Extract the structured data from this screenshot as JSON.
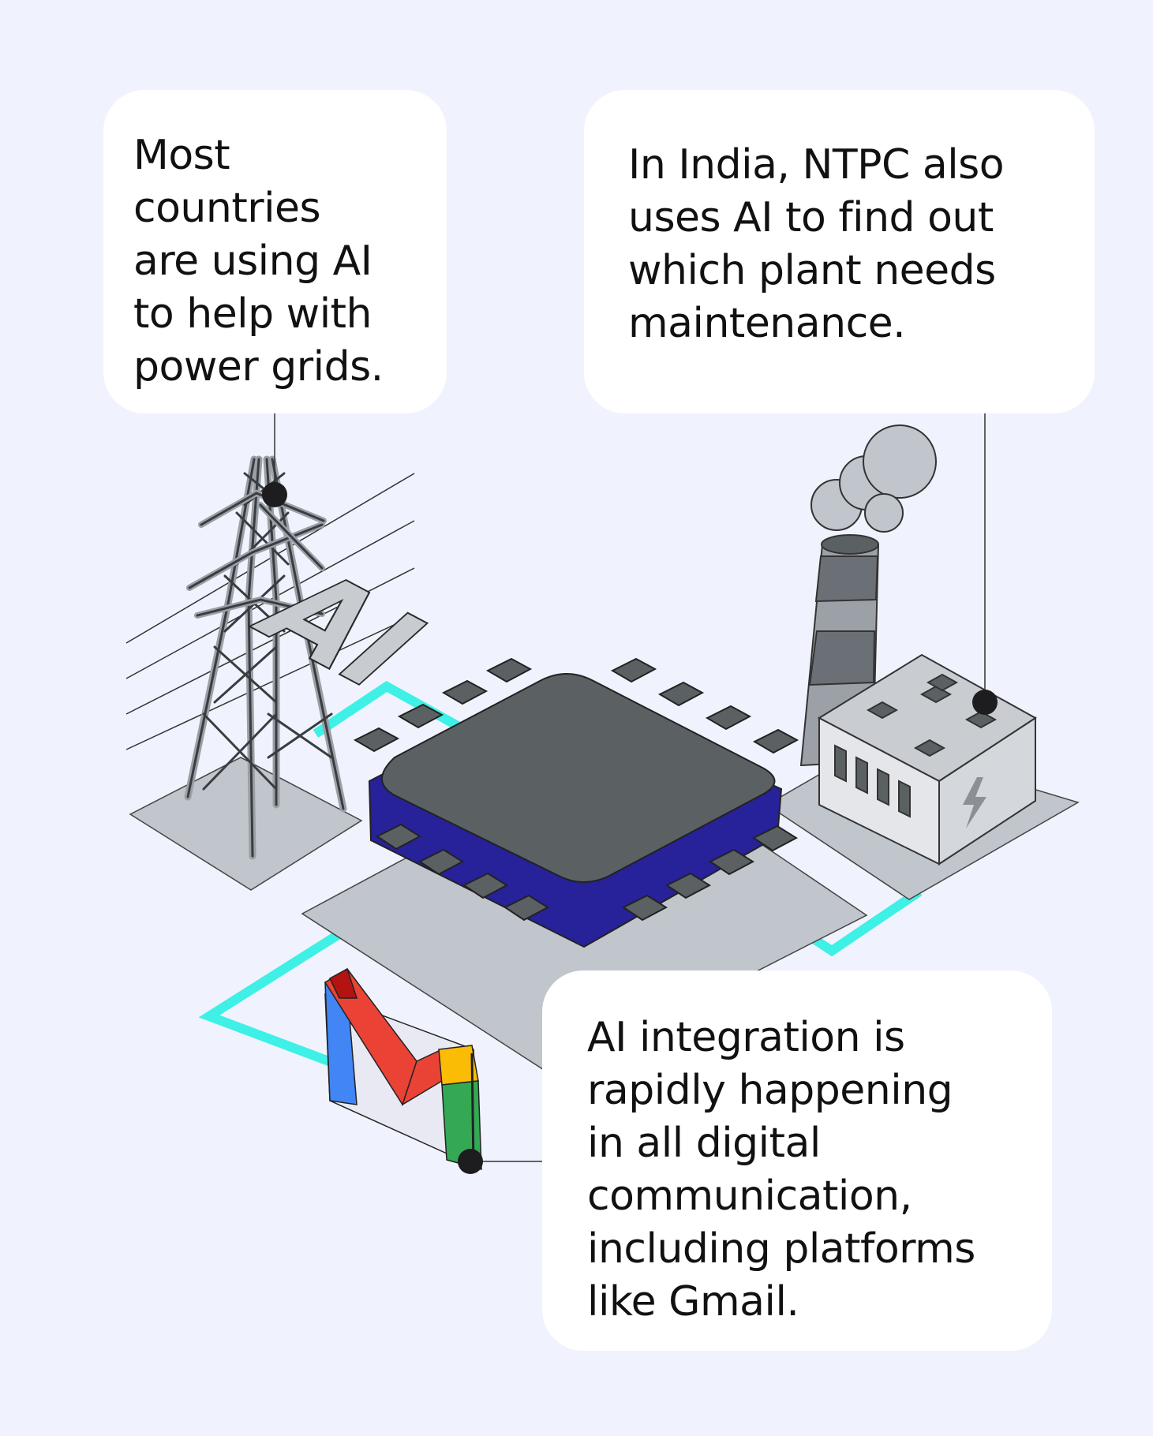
{
  "callouts": {
    "grid": "Most\ncountries\nare using AI\nto help with\npower grids.",
    "ntpc": "In India, NTPC also\nuses AI to find out\nwhich plant needs\nmaintenance.",
    "gmail": "AI integration is\nrapidly happening\nin all digital\ncommunication,\nincluding platforms\nlike Gmail."
  },
  "chip": {
    "label": "AI"
  },
  "colors": {
    "background": "#f0f3fd",
    "circuit_trace": "#3ef0e6",
    "chip_top": "#5b6163",
    "chip_side": "#27219a",
    "chip_label": "#c8ccd0",
    "platform": "#c1c5cc",
    "gmail_blue": "#4285f4",
    "gmail_red": "#ea4335",
    "gmail_yellow": "#fbbc05",
    "gmail_green": "#34a853"
  },
  "icons": [
    "power-tower-icon",
    "ai-chip-icon",
    "power-plant-icon",
    "smoke-stack-icon",
    "lightning-bolt-icon",
    "gmail-logo-icon"
  ]
}
